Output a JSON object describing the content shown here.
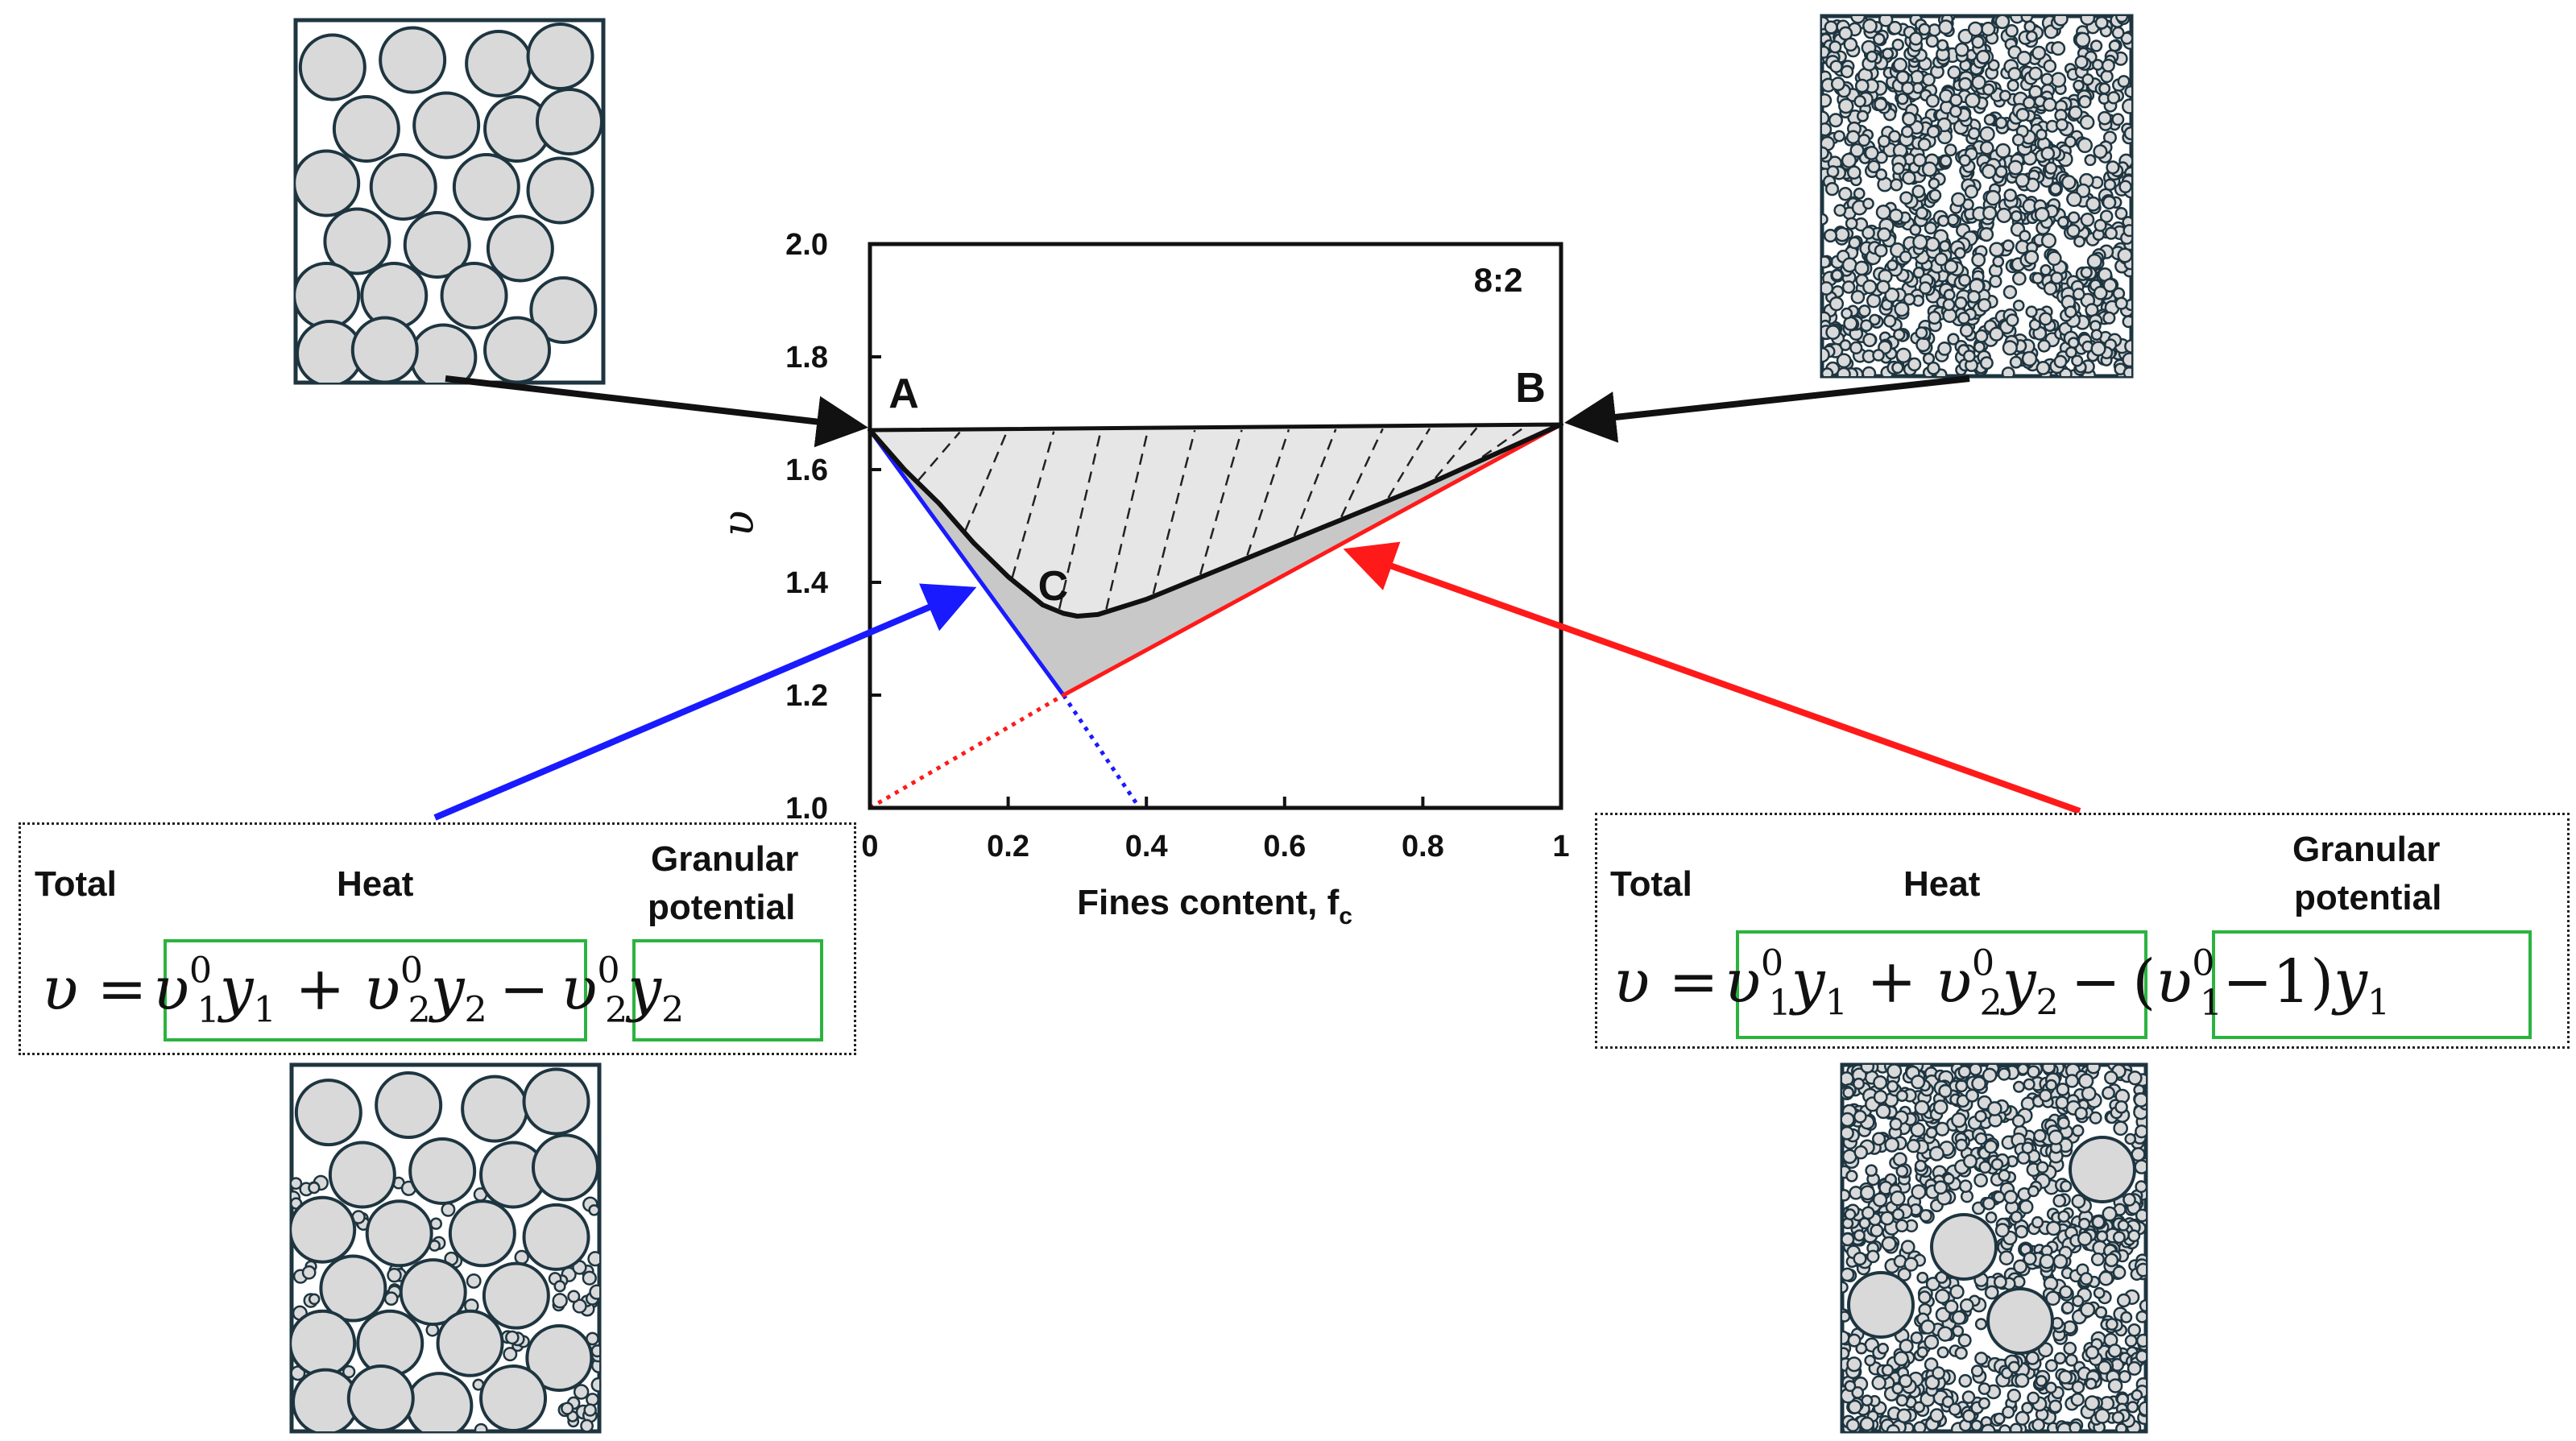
{
  "chart_data": {
    "type": "line",
    "inset_label": "8:2",
    "xlabel": "Fines content, f",
    "xlabel_subscript": "c",
    "ylabel": "υ",
    "xlim": [
      0,
      1
    ],
    "ylim": [
      1.0,
      2.0
    ],
    "x_ticks": [
      "0",
      "0.2",
      "0.4",
      "0.6",
      "0.8",
      "1"
    ],
    "y_ticks": [
      "1.0",
      "1.2",
      "1.4",
      "1.6",
      "1.8",
      "2.0"
    ],
    "x_tick_values": [
      0,
      0.2,
      0.4,
      0.6,
      0.8,
      1
    ],
    "y_tick_values": [
      1.0,
      1.2,
      1.4,
      1.6,
      1.8,
      2.0
    ],
    "points": [
      {
        "label": "A",
        "x": 0.0,
        "y": 1.67
      },
      {
        "label": "B",
        "x": 1.0,
        "y": 1.68
      },
      {
        "label": "C",
        "x": 0.3,
        "y": 1.34
      }
    ],
    "series": [
      {
        "role": "blue-line",
        "color": "#1a1aff",
        "x": [
          0.0,
          0.28
        ],
        "y": [
          1.67,
          1.2
        ]
      },
      {
        "role": "blue-dotted",
        "color": "#1a1aff",
        "x": [
          0.28,
          0.39
        ],
        "y": [
          1.2,
          1.0
        ]
      },
      {
        "role": "red-line",
        "color": "#ff1a1a",
        "x": [
          0.28,
          1.0
        ],
        "y": [
          1.2,
          1.68
        ]
      },
      {
        "role": "red-dotted",
        "color": "#ff1a1a",
        "x": [
          0.0,
          0.28
        ],
        "y": [
          1.0,
          1.2
        ]
      },
      {
        "role": "upper-line",
        "color": "#111111",
        "x": [
          0.0,
          1.0
        ],
        "y": [
          1.67,
          1.68
        ]
      },
      {
        "role": "curve",
        "color": "#111111",
        "x": [
          0.0,
          0.05,
          0.1,
          0.15,
          0.2,
          0.25,
          0.28,
          0.3,
          0.33,
          0.4,
          0.5,
          0.6,
          0.7,
          0.8,
          0.9,
          1.0
        ],
        "y": [
          1.67,
          1.6,
          1.54,
          1.47,
          1.41,
          1.36,
          1.345,
          1.34,
          1.343,
          1.37,
          1.42,
          1.47,
          1.52,
          1.57,
          1.625,
          1.68
        ]
      }
    ]
  },
  "equations": {
    "left": {
      "label_total": "Total",
      "label_heat": "Heat",
      "label_granular_1": "Granular",
      "label_granular_2": "potential"
    },
    "right": {
      "label_total": "Total",
      "label_heat": "Heat",
      "label_granular_1": "Granular",
      "label_granular_2": "potential"
    }
  },
  "colors": {
    "blue": "#1a1aff",
    "red": "#ff1a1a",
    "green_box": "#2bb33f",
    "particle_fill": "#d9d9d9",
    "particle_stroke": "#1e3540",
    "shade_fill": "#c8c8c8",
    "hatch_fill": "#e6e6e6"
  }
}
